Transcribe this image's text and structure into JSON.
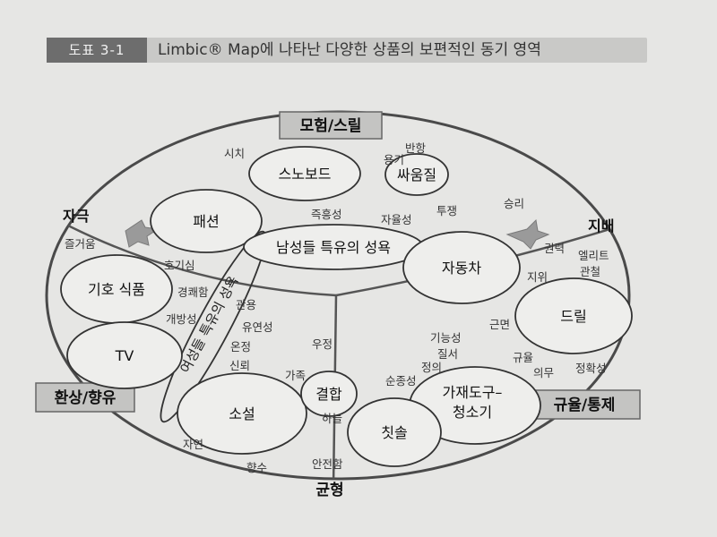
{
  "header": {
    "tag": "도표 3-1",
    "title": "Limbic® Map에 나타난 다양한 상품의 보편적인 동기 영역"
  },
  "poles": {
    "adventure": "모험/스릴",
    "stimulation": "자극",
    "dominance": "지배",
    "fantasy": "환상/향유",
    "discipline": "규율/통제",
    "balance": "균형"
  },
  "products": {
    "snowboard": "스노보드",
    "fight": "싸움질",
    "fashion": "패션",
    "car": "자동차",
    "favorite_food": "기호 식품",
    "drill": "드릴",
    "tv": "TV",
    "novel": "소설",
    "combination": "결합",
    "toothbrush": "칫솔",
    "appliance_line1": "가재도구–",
    "appliance_line2": "청소기"
  },
  "zones": {
    "male": "남성들 특유의 성욕",
    "female": "여성들 특유의 성욕"
  },
  "values": {
    "fame": "시치",
    "rebellion": "반항",
    "courage": "용기",
    "spontaneity": "즉흥성",
    "autonomy": "자율성",
    "struggle": "투쟁",
    "victory": "승리",
    "joy": "즐거움",
    "power": "권력",
    "elite": "엘리트",
    "enforcement": "관철",
    "curiosity": "호기심",
    "status": "지위",
    "pleasure": "경쾌함",
    "tolerance": "관용",
    "openness": "개방성",
    "flexibility": "유연성",
    "diligence": "근면",
    "warmth": "온정",
    "ability": "기능성",
    "friendship": "우정",
    "order": "질서",
    "trust": "신뢰",
    "justice": "정의",
    "family": "가족",
    "purity": "순종성",
    "rule": "규율",
    "duty": "의무",
    "precision": "정확성",
    "nature": "자연",
    "home": "향수",
    "safety": "안전함",
    "sharing": "하늘"
  }
}
